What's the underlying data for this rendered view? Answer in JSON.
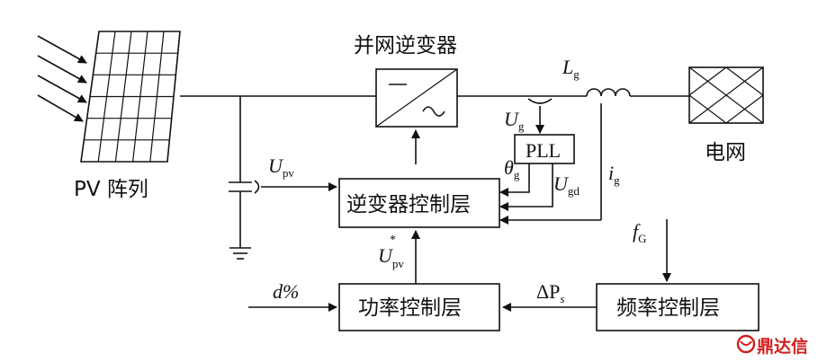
{
  "labels": {
    "inverter_title": "并网逆变器",
    "pv_array": "PV 阵列",
    "grid": "电网",
    "pll": "PLL",
    "inverter_control": "逆变器控制层",
    "power_control": "功率控制层",
    "frequency_control": "频率控制层",
    "Lg_main": "L",
    "Lg_sub": "g",
    "Ug_main": "U",
    "Ug_sub": "g",
    "theta_main": "θ",
    "theta_sub": "g",
    "Ugd_main": "U",
    "Ugd_sub": "gd",
    "ig_main": "i",
    "ig_sub": "g",
    "Upv_main": "U",
    "Upv_sub": "pv",
    "Upvstar_main": "U",
    "Upvstar_sub": "pv",
    "Upvstar_sup": "*",
    "fG_main": "f",
    "fG_sub": "G",
    "dP_main": "ΔP",
    "dP_sub": "s",
    "dpct": "d%"
  },
  "watermark": {
    "text": "鼎达信",
    "color": "#d21f1f"
  },
  "icons": {
    "inverter": "dc-ac-converter-icon",
    "pv_panel": "solar-panel-icon",
    "grid": "power-grid-icon",
    "inductor": "inductor-icon",
    "capacitor": "capacitor-icon",
    "ground": "ground-icon"
  }
}
